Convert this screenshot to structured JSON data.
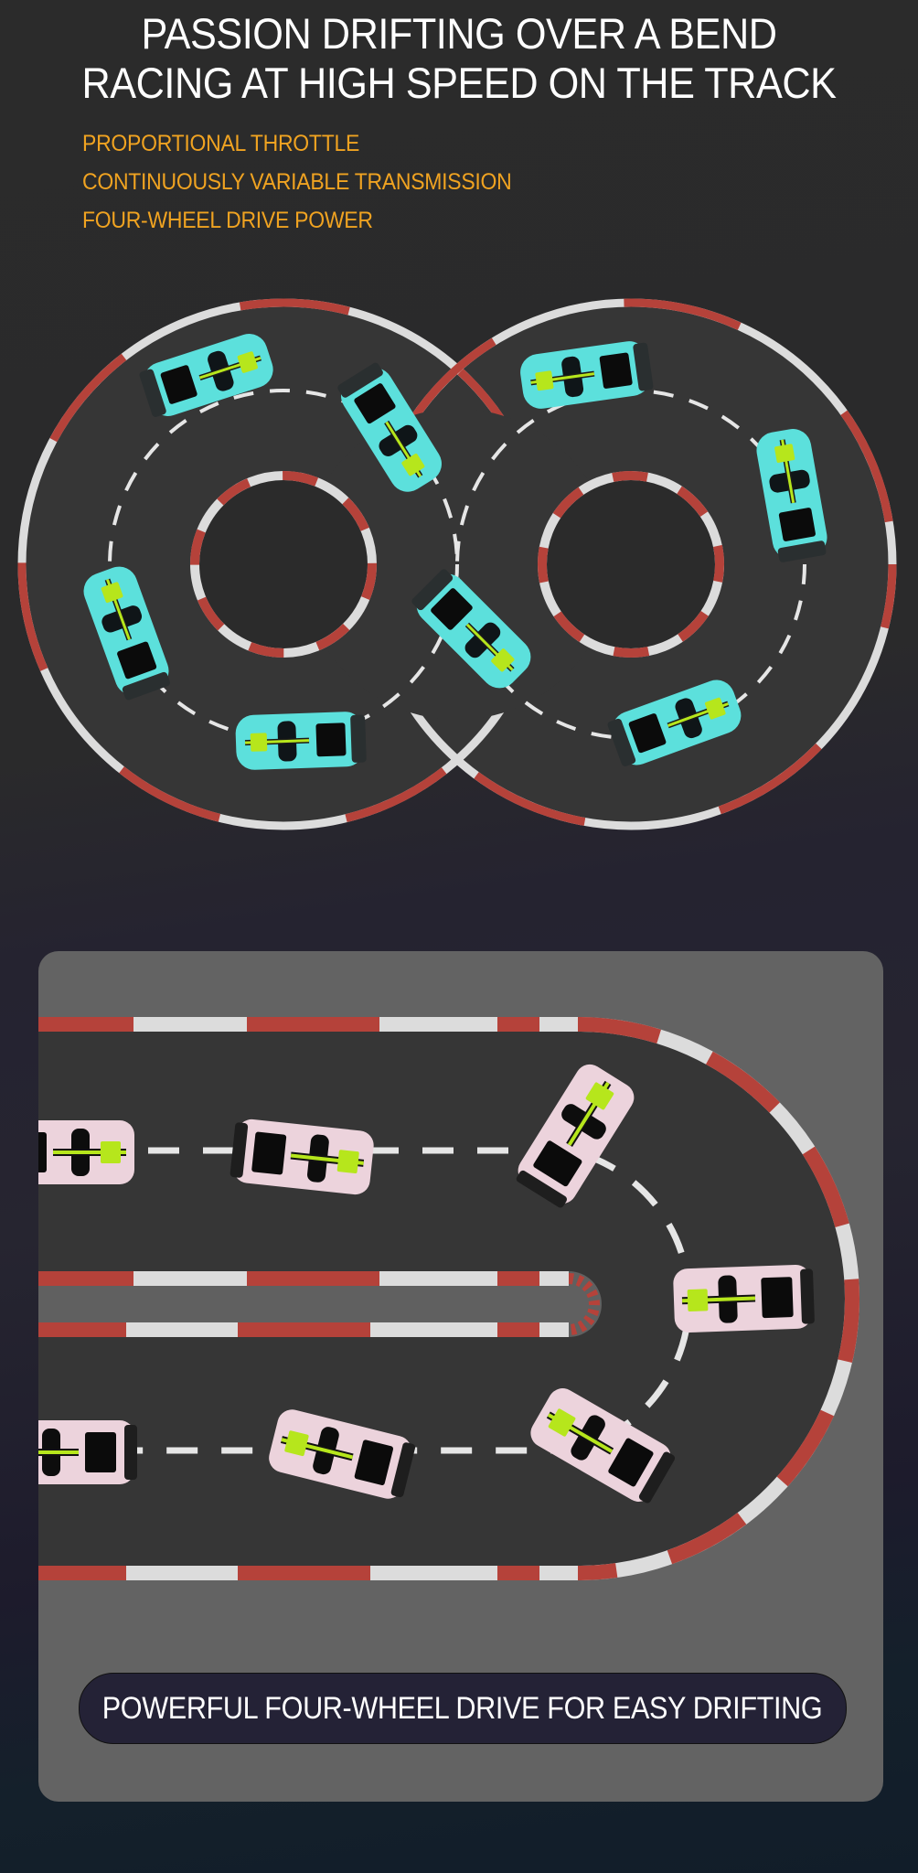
{
  "header": {
    "title_line1": "PASSION DRIFTING OVER A BEND",
    "title_line2": "RACING AT HIGH SPEED ON THE TRACK"
  },
  "features": [
    "PROPORTIONAL THROTTLE",
    "CONTINUOUSLY VARIABLE TRANSMISSION",
    "FOUR-WHEEL DRIVE POWER"
  ],
  "figure8_track": {
    "car_color": "#5ce0dc",
    "car_count": 8,
    "curb_colors": [
      "#b5423a",
      "#dcdcdc"
    ]
  },
  "u_track": {
    "car_color": "#ecd3dc",
    "car_count": 7,
    "curb_colors": [
      "#b5423a",
      "#dcdcdc"
    ]
  },
  "banner": {
    "label": "POWERFUL FOUR-WHEEL DRIVE FOR EASY DRIFTING"
  },
  "colors": {
    "accent_orange": "#f0a321",
    "stripe_green": "#b6e61c",
    "track_asphalt": "#363636",
    "panel_gray": "#636363",
    "banner_bg": "#242236"
  }
}
